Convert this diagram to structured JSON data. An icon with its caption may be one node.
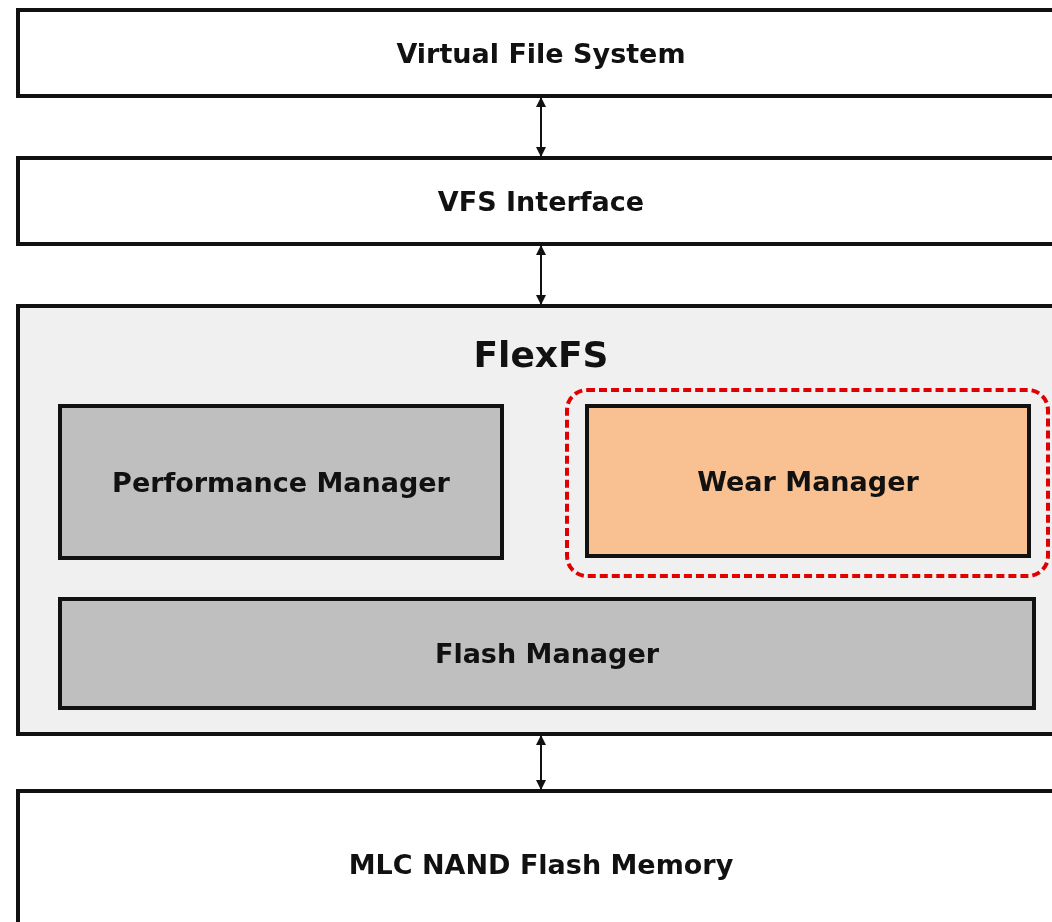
{
  "diagram": {
    "nodes": [
      {
        "text": [
          "Virtual File System"
        ]
      },
      {
        "text": [
          "VFS Interface"
        ]
      },
      {
        "text": [
          "FlexFS"
        ]
      },
      {
        "text": [
          "Performance Manager"
        ],
        "in": 2
      },
      {
        "text": [
          "Wear Manager"
        ],
        "in": 2
      },
      {
        "text": [
          "Flash Manager"
        ],
        "in": 2
      },
      {
        "text": [
          "MLC NAND Flash Memory"
        ]
      }
    ],
    "edges": [
      {
        "from": 0,
        "to": 1,
        "arrow": "both"
      },
      {
        "from": 1,
        "to": 2,
        "arrow": "both"
      },
      {
        "from": 2,
        "to": 6,
        "arrow": "both"
      }
    ]
  }
}
